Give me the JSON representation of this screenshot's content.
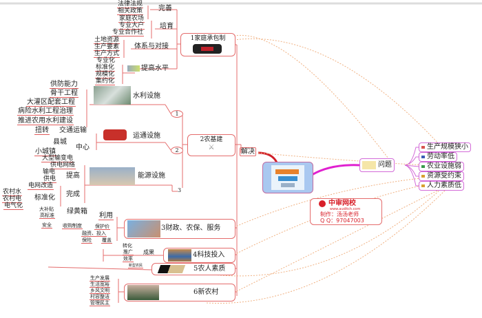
{
  "center": {
    "solve_label": "解决",
    "problem_label": "问题"
  },
  "problems": [
    {
      "label": "生产规模狭小",
      "color": "#d9534f"
    },
    {
      "label": "劳动率低",
      "color": "#3b5bb5"
    },
    {
      "label": "农业设施弱",
      "color": "#3a9a4a"
    },
    {
      "label": "资源受约束",
      "color": "#d8a030"
    },
    {
      "label": "人力素质低",
      "color": "#d8a030"
    }
  ],
  "logo": {
    "brand": "中审网校",
    "site": "www.auditch.com",
    "author": "制作：汤汤老师",
    "qq": "Q Q：97047003"
  },
  "branch1": {
    "title": "1家庭承包制",
    "groups": [
      {
        "label": "完善",
        "items": [
          "法律法规",
          "相关政策"
        ]
      },
      {
        "label": "培育",
        "items": [
          "家庭农场",
          "专业大户",
          "专业合作社"
        ]
      },
      {
        "label": "体系与对接",
        "items": [
          "土地资源",
          "生产要素",
          "生产方式"
        ]
      },
      {
        "label": "提高水平",
        "items": [
          "专业化",
          "标准化",
          "规模化",
          "集约化"
        ]
      }
    ]
  },
  "branch2": {
    "title": "2农基建",
    "sub1": {
      "num": "1",
      "label": "水利设施",
      "items": [
        "供防能力",
        "骨干工程",
        "大灌区配套工程",
        "病险水利工程治理",
        "推进农用水利建设"
      ]
    },
    "sub2": {
      "num": "2",
      "label": "运通设施",
      "transport": "交通运输",
      "reverse": "扭转",
      "center": "中心",
      "county": "县城",
      "town": "小城镇"
    },
    "sub3": {
      "num": "3",
      "label": "能源设施",
      "improve": "提高",
      "improve_items": [
        "大型输变电",
        "供电网络",
        "输电",
        "供电"
      ],
      "complete": "完成",
      "grid": "电网改造",
      "standard": "标准化",
      "standard_items": [
        "农村水",
        "农村电",
        "电气化"
      ]
    }
  },
  "branch3": {
    "title": "3财政、农保、服务",
    "use": "利用",
    "green": "绿黄箱",
    "green_items": [
      "大补贴",
      "高标准"
    ],
    "protect": "保护价",
    "purchase": "收购制度",
    "safe": "安全",
    "finance": "融资、投入",
    "insurance": "保险",
    "cover": "覆盖"
  },
  "branch4": {
    "title": "4科技投入",
    "result": "成果",
    "items": [
      "转化",
      "推广",
      "效率"
    ]
  },
  "branch5": {
    "title": "5农人素质",
    "item": "新型农民"
  },
  "branch6": {
    "title": "6新农村",
    "items": [
      "生产发展",
      "生活宽裕",
      "乡风文明",
      "村容整洁",
      "管理民主"
    ]
  }
}
